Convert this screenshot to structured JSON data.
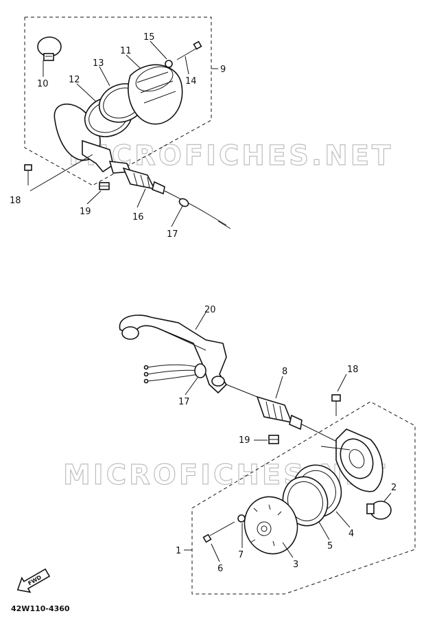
{
  "diagram": {
    "diagram_code": "42W110-4360",
    "watermark_text": "MICROFICHES.NET",
    "fwd_label": "FWD",
    "callouts": {
      "c1": "1",
      "c2": "2",
      "c3": "3",
      "c4": "4",
      "c5": "5",
      "c6": "6",
      "c7": "7",
      "c8": "8",
      "c9": "9",
      "c10": "10",
      "c11": "11",
      "c12": "12",
      "c13": "13",
      "c14": "14",
      "c15": "15",
      "c16": "16",
      "c17a": "17",
      "c17b": "17",
      "c18a": "18",
      "c18b": "18",
      "c19a": "19",
      "c19b": "19",
      "c20": "20"
    }
  }
}
